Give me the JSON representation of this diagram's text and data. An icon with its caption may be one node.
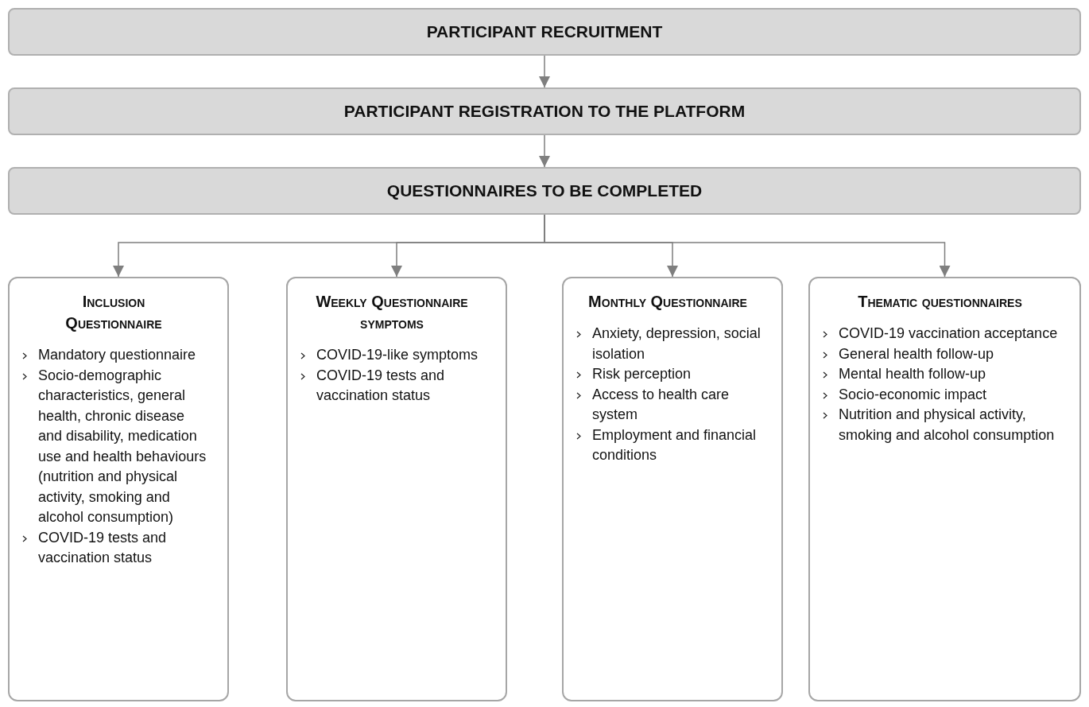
{
  "diagram": {
    "nodes": [
      {
        "text": [
          "PARTICIPANT RECRUITMENT"
        ]
      },
      {
        "text": [
          "PARTICIPANT REGISTRATION TO THE PLATFORM"
        ]
      },
      {
        "text": [
          "QUESTIONNAIRES TO BE COMPLETED"
        ]
      },
      {
        "text": [
          "Inclusion Questionnaire",
          "Mandatory questionnaire",
          "Socio-demographic characteristics, general health, chronic disease and disability, medication use and health behaviours (nutrition and physical activity, smoking and alcohol consumption)",
          "COVID-19 tests and vaccination status"
        ]
      },
      {
        "text": [
          "Weekly Questionnaire symptoms",
          "COVID-19-like symptoms",
          "COVID-19 tests and vaccination status"
        ]
      },
      {
        "text": [
          "Monthly Questionnaire",
          "Anxiety, depression, social isolation",
          "Risk perception",
          "Access to health care system",
          "Employment and financial conditions"
        ]
      },
      {
        "text": [
          "Thematic questionnaires",
          "COVID-19 vaccination acceptance",
          "General health follow-up",
          "Mental health follow-up",
          "Socio-economic impact",
          "Nutrition and physical activity, smoking and alcohol consumption"
        ]
      }
    ],
    "edges": [
      {
        "from": 0,
        "to": 1,
        "arrow": "to"
      },
      {
        "from": 1,
        "to": 2,
        "arrow": "to"
      },
      {
        "from": 2,
        "to": 3,
        "arrow": "to"
      },
      {
        "from": 2,
        "to": 4,
        "arrow": "to"
      },
      {
        "from": 2,
        "to": 5,
        "arrow": "to"
      },
      {
        "from": 2,
        "to": 6,
        "arrow": "to"
      }
    ]
  }
}
